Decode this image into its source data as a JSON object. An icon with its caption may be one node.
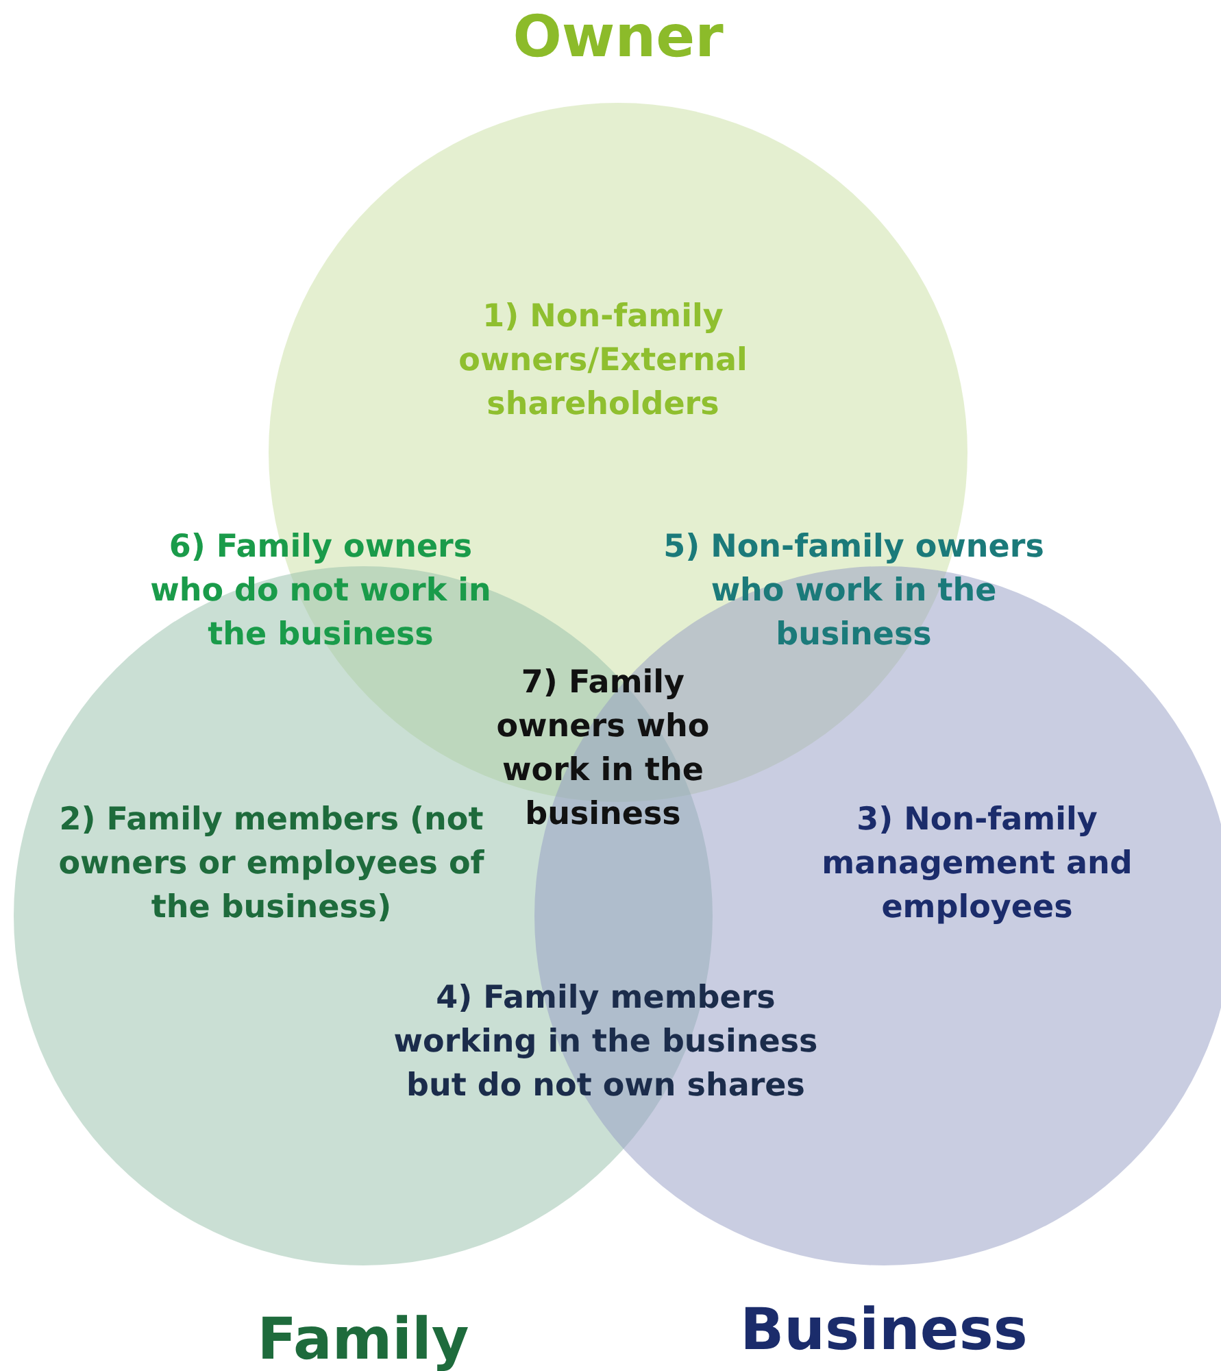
{
  "diagram": {
    "nodes": [
      {
        "text": [
          "Owner"
        ]
      },
      {
        "text": [
          "Family"
        ]
      },
      {
        "text": [
          "Business"
        ]
      }
    ],
    "edges": [],
    "labels": [
      "1) Non-family owners/External shareholders",
      "6) Family owners who do not work in the business",
      "5) Non-family owners who work in the business",
      "7) Family owners who work in the business",
      "2) Family members (not owners or employees of the business)",
      "3) Non-family management and employees",
      "4) Family members working in the business but do not own shares"
    ]
  }
}
